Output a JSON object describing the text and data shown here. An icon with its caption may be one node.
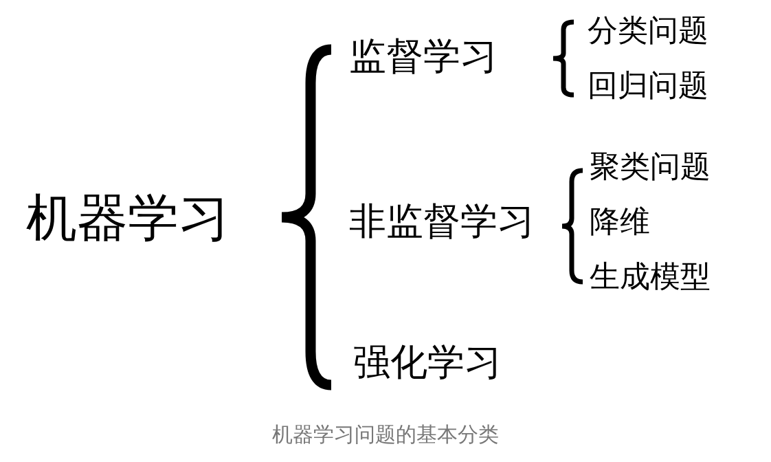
{
  "diagram": {
    "caption": "机器学习问题的基本分类",
    "nodes": [
      {
        "text": [
          "机器学习"
        ]
      },
      {
        "text": [
          "监督学习"
        ]
      },
      {
        "text": [
          "非监督学习"
        ]
      },
      {
        "text": [
          "强化学习"
        ]
      },
      {
        "text": [
          "分类问题"
        ]
      },
      {
        "text": [
          "回归问题"
        ]
      },
      {
        "text": [
          "聚类问题"
        ]
      },
      {
        "text": [
          "降维"
        ]
      },
      {
        "text": [
          "生成模型"
        ]
      }
    ]
  }
}
